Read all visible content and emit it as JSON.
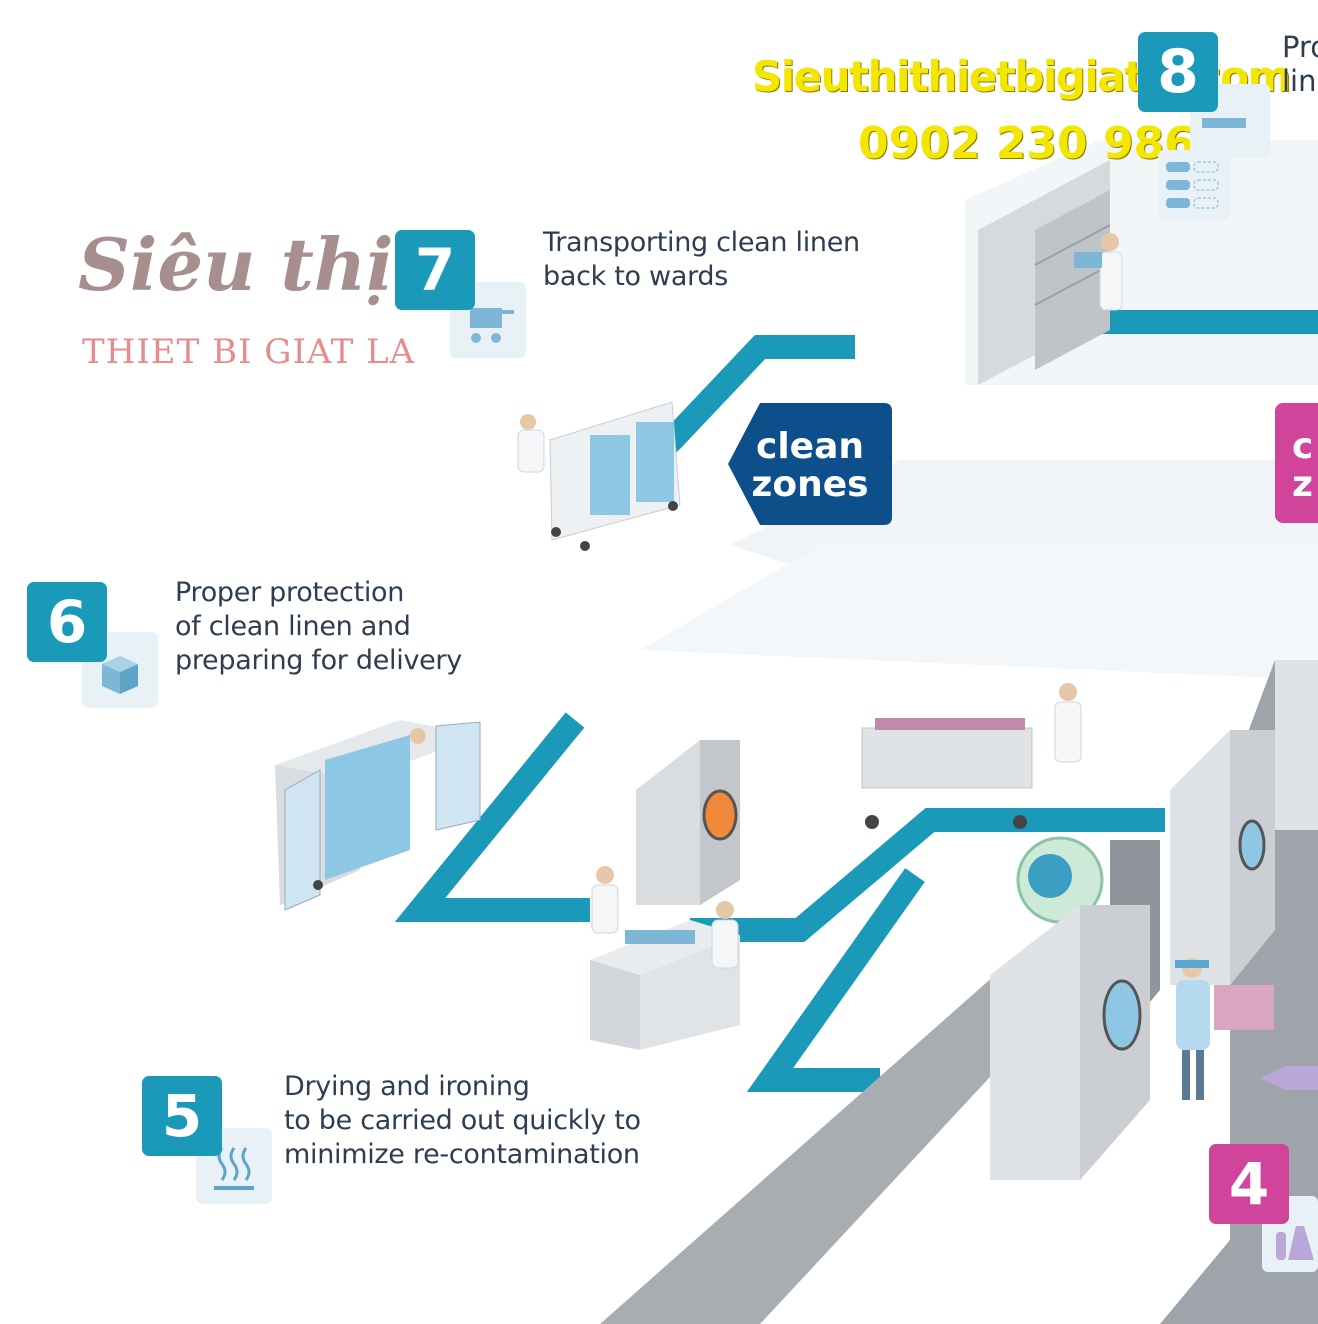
{
  "watermark": {
    "site": "Sieuthithietbigiatla.com",
    "phone": "0902 230 986",
    "brand_script": "Siêu thị",
    "brand_sub": "THIET BI GIAT LA"
  },
  "steps": [
    {
      "number": "8",
      "lines": [
        "Pro",
        "line"
      ],
      "icon": "shelf-icon"
    },
    {
      "number": "7",
      "lines": [
        "Transporting clean linen",
        "back to wards"
      ],
      "icon": "cart-icon"
    },
    {
      "number": "6",
      "lines": [
        "Proper protection",
        "of clean linen and",
        "preparing for delivery"
      ],
      "icon": "box-icon"
    },
    {
      "number": "5",
      "lines": [
        "Drying and ironing",
        "to be carried out quickly to",
        "minimize re-contamination"
      ],
      "icon": "steam-icon"
    },
    {
      "number": "4",
      "lines": [],
      "icon": "flask-icon"
    }
  ],
  "zones": {
    "clean": [
      "clean",
      "zones"
    ],
    "dirty_partial": [
      "c",
      "z"
    ]
  },
  "colors": {
    "teal": "#1a9ab8",
    "navy": "#0d4f8b",
    "pink": "#d0449c",
    "watermark_yellow": "#f3e600"
  }
}
